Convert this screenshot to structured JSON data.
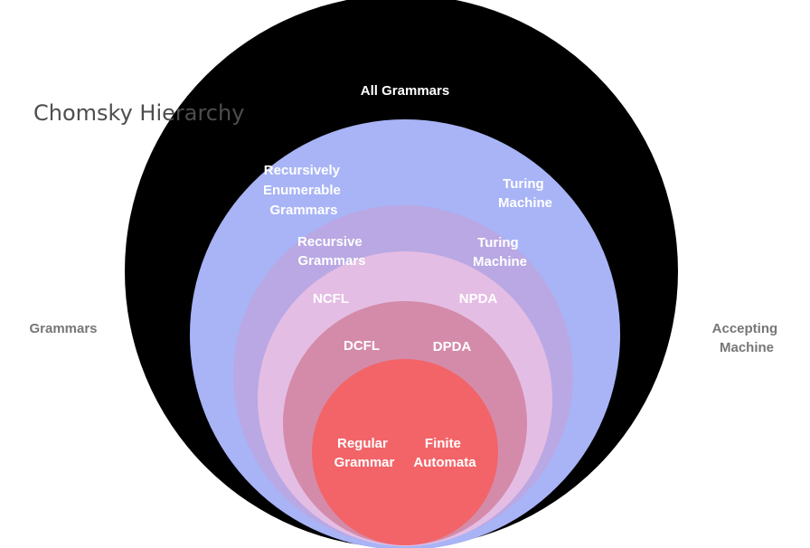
{
  "title": "Chomsky Hierarchy",
  "side_labels": {
    "left": "Grammars",
    "right": [
      "Accepting",
      "Machine"
    ]
  },
  "colors": {
    "all_grammars": "#000000",
    "recursively_enumerable": "#a8b4f6",
    "recursive": "#b9a8e3",
    "context_free": "#e4bde4",
    "deterministic_cf": "#d48ba9",
    "regular": "#f26468",
    "label_light": "#ffffff",
    "label_side": "#767676"
  },
  "levels": [
    {
      "grammar": [
        "All Grammars"
      ],
      "machine": []
    },
    {
      "grammar": [
        "Recursively",
        "Enumerable",
        "Grammars"
      ],
      "machine": [
        "Turing",
        "Machine"
      ]
    },
    {
      "grammar": [
        "Recursive",
        "Grammars"
      ],
      "machine": [
        "Turing",
        "Machine"
      ]
    },
    {
      "grammar": [
        "NCFL"
      ],
      "machine": [
        "NPDA"
      ]
    },
    {
      "grammar": [
        "DCFL"
      ],
      "machine": [
        "DPDA"
      ]
    },
    {
      "grammar": [
        "Regular",
        "Grammar"
      ],
      "machine": [
        "Finite",
        "Automata"
      ]
    }
  ]
}
